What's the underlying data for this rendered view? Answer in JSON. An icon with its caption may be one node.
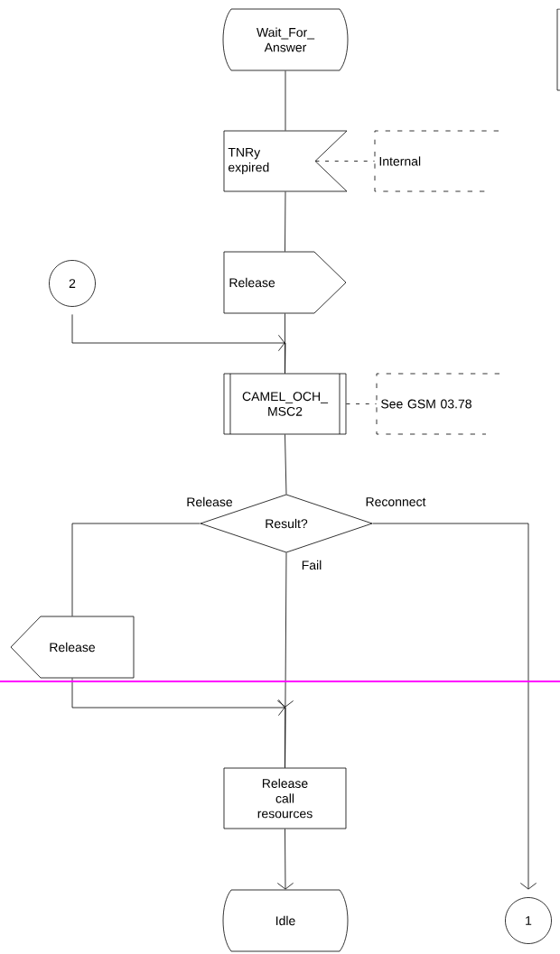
{
  "diagram": {
    "nodes": [
      {
        "text": [
          "Wait_For_ Answer"
        ]
      },
      {
        "text": [
          "TNRy expired"
        ]
      },
      {
        "text": [
          "Internal"
        ]
      },
      {
        "text": [
          "2"
        ]
      },
      {
        "text": [
          "Release"
        ]
      },
      {
        "text": [
          "CAMEL_OCH_ MSC2"
        ]
      },
      {
        "text": [
          "See GSM 03.78"
        ]
      },
      {
        "text": [
          "Result?"
        ]
      },
      {
        "text": [
          "Release"
        ]
      },
      {
        "text": [
          "Release call resources"
        ]
      },
      {
        "text": [
          "Idle"
        ]
      },
      {
        "text": [
          "1"
        ]
      }
    ],
    "edges": [
      {
        "from": 0,
        "to": 1,
        "arrow": "none"
      },
      {
        "from": 1,
        "to": 2,
        "arrow": "none",
        "style": "dashed"
      },
      {
        "from": 1,
        "to": 4,
        "arrow": "none"
      },
      {
        "from": 3,
        "to": 5,
        "arrow": "to"
      },
      {
        "from": 4,
        "to": 5,
        "arrow": "none"
      },
      {
        "from": 5,
        "to": 6,
        "arrow": "none",
        "style": "dashed"
      },
      {
        "from": 5,
        "to": 7,
        "arrow": "none"
      },
      {
        "from": 7,
        "to": 8,
        "arrow": "none",
        "label": "Release"
      },
      {
        "from": 7,
        "to": 9,
        "arrow": "to",
        "label": "Fail"
      },
      {
        "from": 7,
        "to": 11,
        "arrow": "to",
        "label": "Reconnect"
      },
      {
        "from": 8,
        "to": 9,
        "arrow": "to"
      },
      {
        "from": 9,
        "to": 10,
        "arrow": "to"
      }
    ]
  }
}
